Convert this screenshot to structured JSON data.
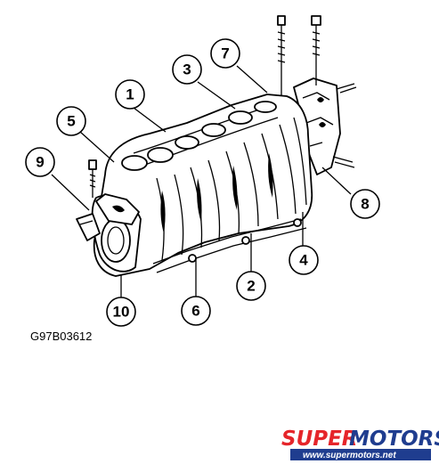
{
  "figure_code": "G97B03612",
  "callouts": [
    {
      "number": "1"
    },
    {
      "number": "2"
    },
    {
      "number": "3"
    },
    {
      "number": "4"
    },
    {
      "number": "5"
    },
    {
      "number": "6"
    },
    {
      "number": "7"
    },
    {
      "number": "8"
    },
    {
      "number": "9"
    },
    {
      "number": "10"
    }
  ],
  "watermark": {
    "brand_super": "SUPER",
    "brand_motors": "MOTORS",
    "url": "www.supermotors.net",
    "colors": {
      "super": "#e5252a",
      "motors": "#1f3d8f",
      "url_bg": "#1f3d8f"
    }
  }
}
